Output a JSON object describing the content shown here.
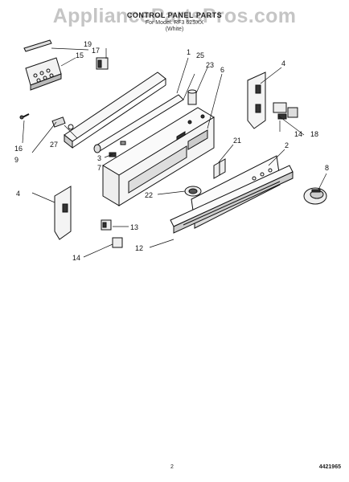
{
  "header": {
    "watermark": "AppliancePartsPros.com",
    "title": "CONTROL PANEL PARTS",
    "model_line": "For Model: RF3 62SXX",
    "model_variant": "(White)"
  },
  "footer": {
    "page_number": "2",
    "doc_number": "4421965"
  },
  "callouts": [
    "17",
    "19",
    "15",
    "1",
    "25",
    "23",
    "6",
    "4",
    "16",
    "9",
    "27",
    "3",
    "7",
    "14",
    "18",
    "21",
    "2",
    "8",
    "4",
    "22",
    "13",
    "12",
    "14"
  ],
  "colors": {
    "line": "#111111",
    "fill_light": "#f4f4f4",
    "fill_dark": "#333333"
  }
}
